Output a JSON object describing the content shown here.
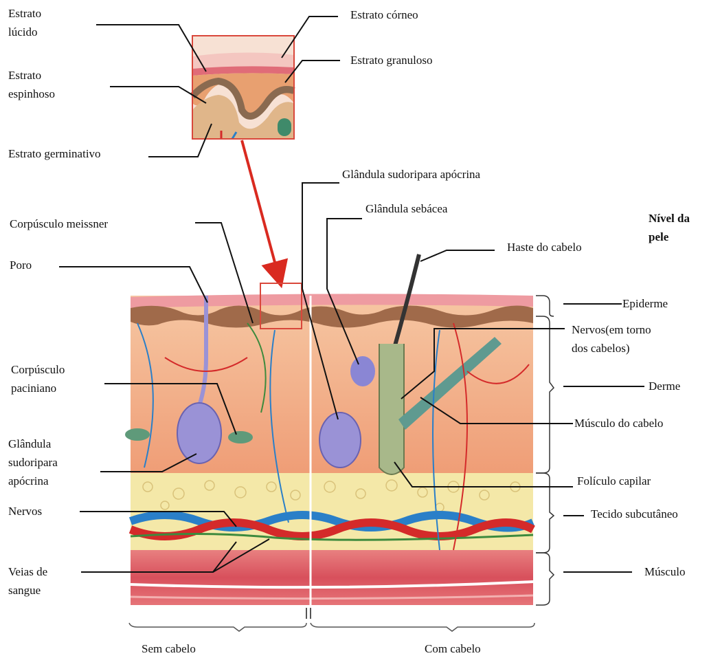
{
  "labels": {
    "estrato_lucido": [
      "Estrato",
      "lúcido"
    ],
    "estrato_espinhoso": [
      "Estrato",
      "espinhoso"
    ],
    "estrato_germinativo": "Estrato germinativo",
    "estrato_corneo": "Estrato córneo",
    "estrato_granuloso": "Estrato granuloso",
    "glandula_apocrina_top": "Glândula sudoripara apócrina",
    "glandula_sebacea": "Glândula sebácea",
    "corpusculo_meissner": "Corpúsculo meissner",
    "poro": "Poro",
    "haste_do_cabelo": "Haste do cabelo",
    "nivel_da_pele": [
      "Nível da",
      "pele"
    ],
    "epiderme": "Epiderme",
    "nervos_cabelos": [
      "Nervos(em torno",
      "dos cabelos)"
    ],
    "derme": "Derme",
    "musculo_do_cabelo": "Músculo do cabelo",
    "foliculo_capilar": "Folículo capilar",
    "tecido_subcutaneo": "Tecido subcutâneo",
    "musculo": "Músculo",
    "corpusculo_paciniano": [
      "Corpúsculo",
      "paciniano"
    ],
    "glandula_apocrina_left": [
      "Glândula",
      "sudoripara",
      "apócrina"
    ],
    "nervos": "Nervos",
    "veias_de_sangue": [
      "Veias de",
      "sangue"
    ],
    "sem_cabelo": "Sem cabelo",
    "com_cabelo": "Com cabelo"
  },
  "colors": {
    "epidermis": "#e8929a",
    "dermis": "#f2b58c",
    "fat": "#f3e7a6",
    "muscle": "#e0606a",
    "gland": "#9a92d6",
    "vein": "#2a7fc8",
    "artery": "#d42a2a",
    "nerve": "#3d8a3d",
    "arrow": "#d92a20"
  }
}
